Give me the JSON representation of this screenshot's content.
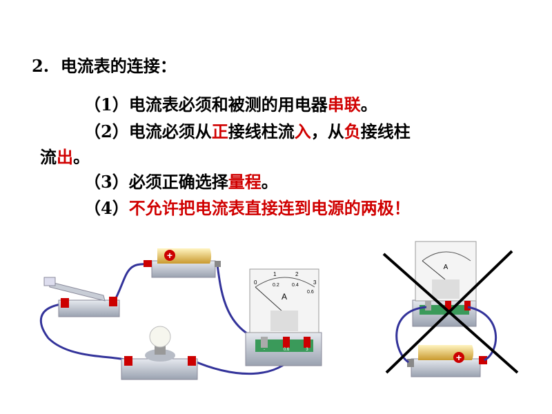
{
  "heading": {
    "num": "2.",
    "text": "电流表的连接："
  },
  "items": [
    {
      "a": "（1）电流表必须和被测的用电器",
      "r1": "串联",
      "b": "。"
    },
    {
      "a": "（2）电流必须从",
      "r1": "正",
      "b": "接线柱流",
      "r2": "入",
      "c": "，从",
      "r3": "负",
      "d": "接线柱"
    },
    {
      "a": "流",
      "r1": "出",
      "b": "。"
    },
    {
      "a": "（3）必须正确选择",
      "r1": "量程",
      "b": "。"
    },
    {
      "a": "（4）",
      "r1": "不允许把电流表直接连到电源的两极！"
    }
  ],
  "ammeter": {
    "unit": "A",
    "top_scale": [
      "0",
      "1",
      "2",
      "3"
    ],
    "bottom_scale": [
      "0.2",
      "0.4",
      "0.6"
    ],
    "terminals": [
      "-",
      "0.6",
      "3"
    ]
  },
  "battery_sign": "+",
  "colors": {
    "red": "#d00000",
    "wire": "#33339a"
  }
}
